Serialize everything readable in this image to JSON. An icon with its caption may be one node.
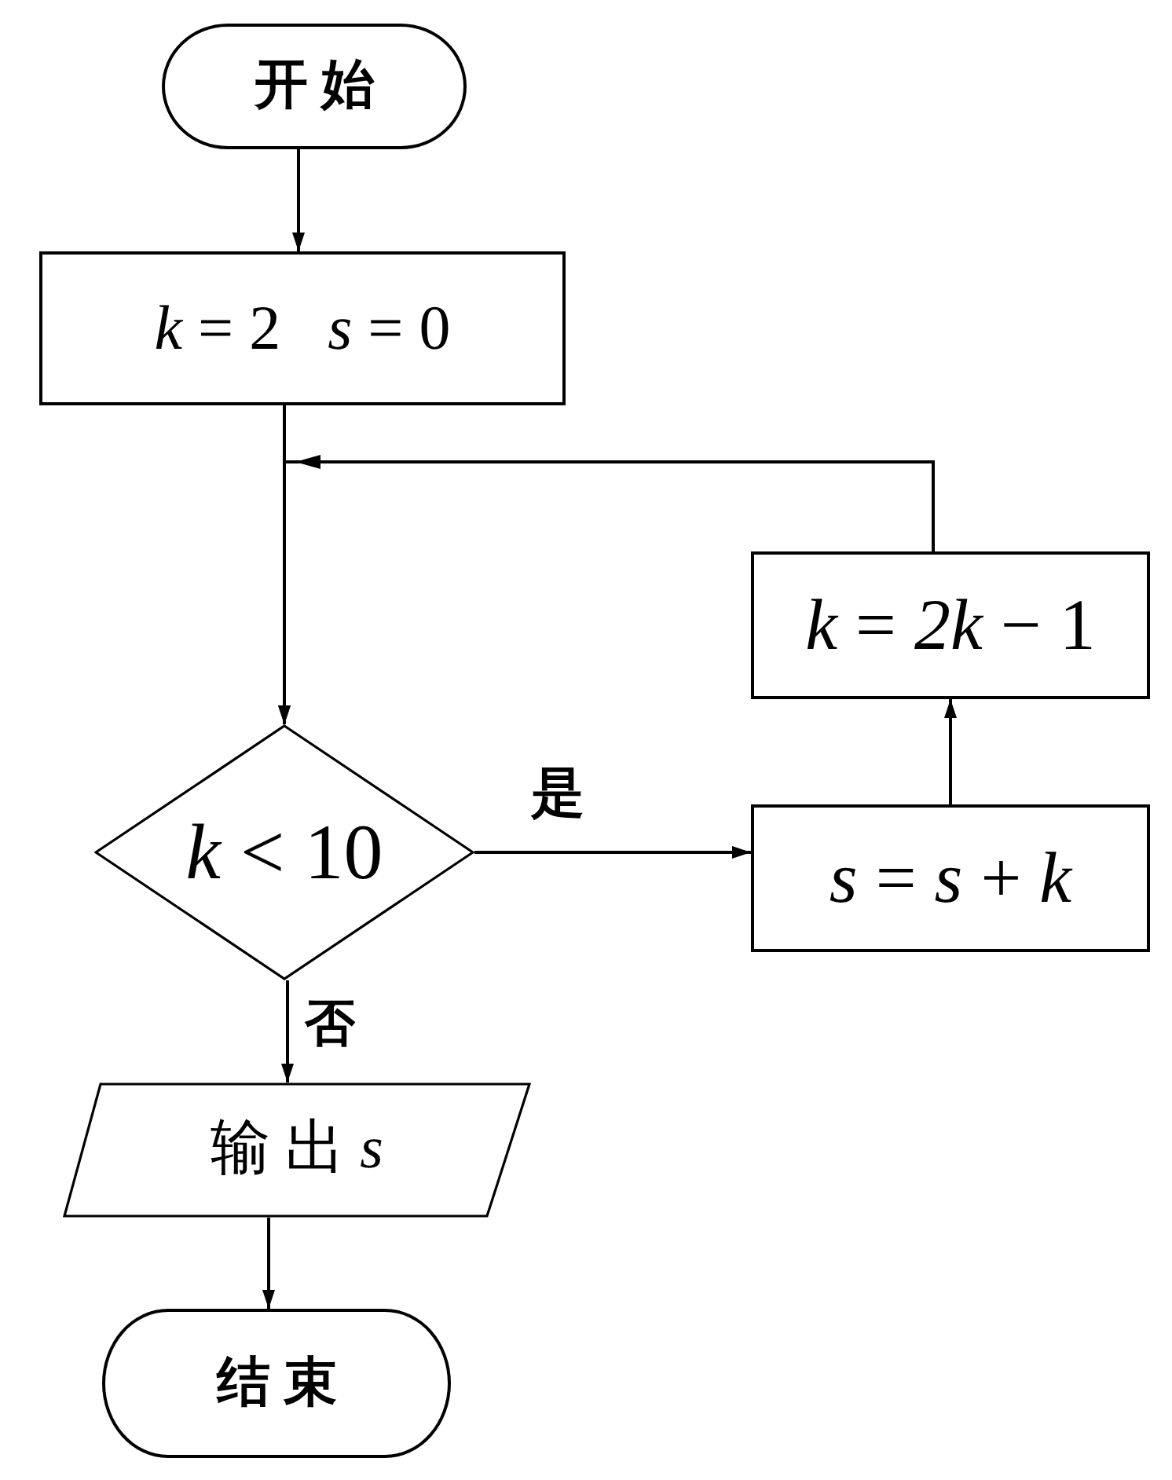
{
  "diagram": {
    "nodes": [
      {
        "text": [
          "开 始"
        ]
      },
      {
        "text": [
          "*k* = 2   *s* = 0"
        ]
      },
      {
        "text": [
          "*k* < 10"
        ]
      },
      {
        "text": [
          "*s* = *s* + *k*"
        ]
      },
      {
        "text": [
          "*k* = *2k* − 1"
        ]
      },
      {
        "text": [
          "输 出 *s*"
        ]
      },
      {
        "text": [
          "结 束"
        ]
      }
    ],
    "edges": [
      {
        "from": 0,
        "to": 1,
        "arrow": "to"
      },
      {
        "from": 1,
        "to": 2,
        "arrow": "to"
      },
      {
        "from": 2,
        "to": 3,
        "arrow": "to",
        "label": "是"
      },
      {
        "from": 3,
        "to": 4,
        "arrow": "to"
      },
      {
        "from": 4,
        "to": 2,
        "arrow": "to"
      },
      {
        "from": 2,
        "to": 5,
        "arrow": "to",
        "label": "否"
      },
      {
        "from": 5,
        "to": 6,
        "arrow": "to"
      }
    ]
  }
}
